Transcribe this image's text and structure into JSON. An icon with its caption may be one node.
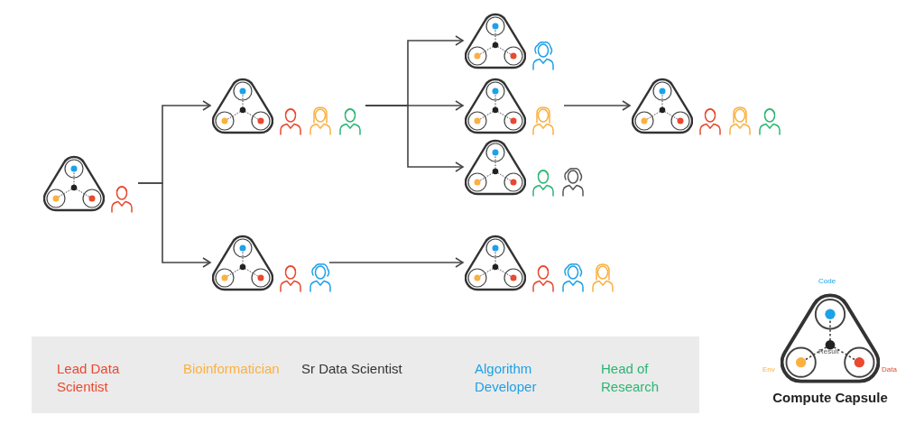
{
  "diagram": {
    "nodes": [
      {
        "text": [],
        "shape": "picture"
      },
      {
        "text": [],
        "shape": "picture"
      },
      {
        "text": [],
        "shape": "picture"
      },
      {
        "text": [],
        "shape": "picture"
      },
      {
        "text": [],
        "shape": "picture"
      },
      {
        "text": [],
        "shape": "picture"
      },
      {
        "text": [],
        "shape": "picture"
      },
      {
        "text": [],
        "shape": "picture"
      },
      {
        "text": [
          "Code",
          "Result",
          "Env",
          "Data"
        ],
        "beside": [
          "Compute Capsule"
        ]
      }
    ],
    "edges": [
      {
        "from": 0,
        "to": 1,
        "arrow": "to"
      },
      {
        "from": 0,
        "to": 2,
        "arrow": "to"
      },
      {
        "from": 1,
        "to": 3,
        "arrow": "to"
      },
      {
        "from": 1,
        "to": 4,
        "arrow": "to"
      },
      {
        "from": 1,
        "to": 5,
        "arrow": "to"
      },
      {
        "from": 4,
        "to": 6,
        "arrow": "to"
      },
      {
        "from": 2,
        "to": 7,
        "arrow": "to"
      }
    ],
    "legend": [
      {
        "text": "Lead Data Scientist",
        "color": "#e8492f"
      },
      {
        "text": "Bioinformatician",
        "color": "#fbb040"
      },
      {
        "text": "Sr Data Scientist",
        "color": "#333333"
      },
      {
        "text": "Algorithm Developer",
        "color": "#1ea1e6"
      },
      {
        "text": "Head of Research",
        "color": "#2bb673"
      }
    ]
  }
}
